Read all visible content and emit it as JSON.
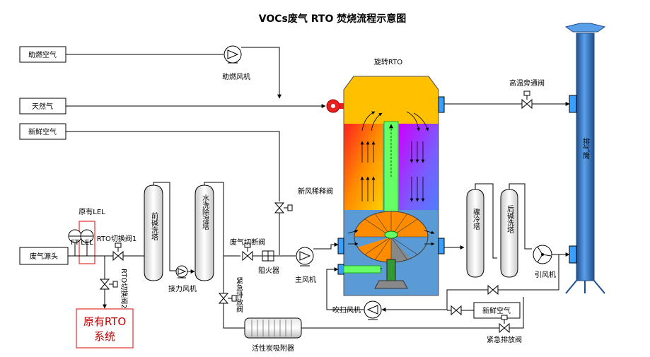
{
  "title": "VOCs废气 RTO 焚烧流程示意图",
  "inputs": {
    "combustion_air": "助燃空气",
    "natural_gas": "天然气",
    "fresh_air_top": "新鲜空气",
    "waste_gas_source": "废气源头",
    "fresh_air_bottom": "新鲜空气"
  },
  "original_system": {
    "lel_label": "原有LEL",
    "sensor1": "FT",
    "sensor2": "LEL",
    "system_line1": "原有RTO",
    "system_line2": "系统"
  },
  "valves": {
    "switch_valve_1": "RTO切换阀1",
    "switch_valve_2": "RTO切换阀2",
    "exhaust_cutoff": "废气切断阀",
    "fresh_dilution": "新风稀释阀",
    "emergency_vent_1": "紧急排放阀",
    "emergency_vent_2": "紧急排放阀",
    "hot_bypass": "高温旁通阀"
  },
  "equipment": {
    "combustion_fan": "助燃风机",
    "rto": "旋转RTO",
    "pre_scrubber": "前碱洗塔",
    "water_demister": "水洗除湿塔",
    "booster_fan": "接力风机",
    "flame_arrester": "阻火器",
    "main_fan": "主风机",
    "purge_fan": "吹扫风机",
    "carbon_adsorber": "活性炭吸附器",
    "quench_tower": "骤冷塔",
    "post_scrubber": "后碱洗塔",
    "induced_fan": "引风机",
    "stack": "排气筒"
  },
  "colors": {
    "rto_top": "#ffc000",
    "rto_lower": "#5b9bd5",
    "stack": "#2e75b6",
    "green_duct": "#66ff66",
    "highlight": "#e03030"
  }
}
